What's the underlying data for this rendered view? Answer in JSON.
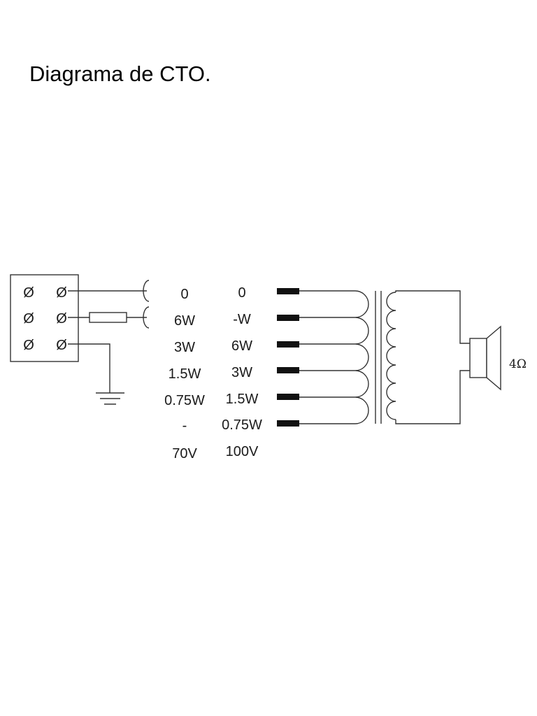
{
  "title": "Diagrama de CTO.",
  "terminal_symbol": "Ø",
  "taps_70v": [
    "0",
    "6W",
    "3W",
    "1.5W",
    "0.75W",
    "-"
  ],
  "taps_100v": [
    "0",
    "-W",
    "6W",
    "3W",
    "1.5W",
    "0.75W"
  ],
  "voltage_70v": "70V",
  "voltage_100v": "100V",
  "speaker_impedance": "4Ω"
}
